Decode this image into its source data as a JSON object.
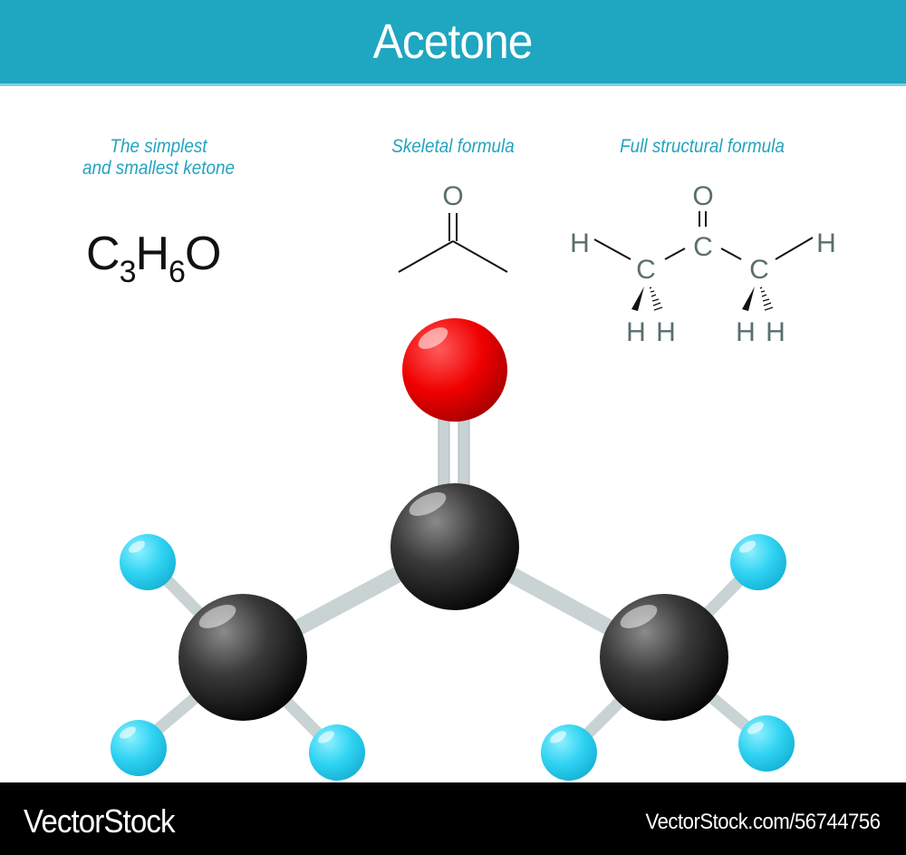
{
  "header": {
    "title": "Acetone",
    "background": "#1fa6c1"
  },
  "sections": {
    "molecular": {
      "caption_line1": "The simplest",
      "caption_line2": "and smallest ketone",
      "formula": {
        "c": "C",
        "c_count": "3",
        "h": "H",
        "h_count": "6",
        "o": "O"
      }
    },
    "skeletal": {
      "caption": "Skeletal formula",
      "atom_label": "O"
    },
    "structural": {
      "caption": "Full structural formula",
      "atoms": {
        "o": "O",
        "c_center": "C",
        "c_left": "C",
        "c_right": "C",
        "h": "H"
      }
    }
  },
  "model": {
    "colors": {
      "oxygen": "#e80000",
      "carbon": "#2a2a2a",
      "hydrogen": "#2fd0f0",
      "bond": "#c9d3d3"
    }
  },
  "footer": {
    "brand": "VectorStock",
    "image_id": "VectorStock.com/56744756"
  },
  "colors": {
    "accent": "#1fa6c1",
    "caption": "#23a3c0",
    "atom_label": "#5a6e6e"
  }
}
